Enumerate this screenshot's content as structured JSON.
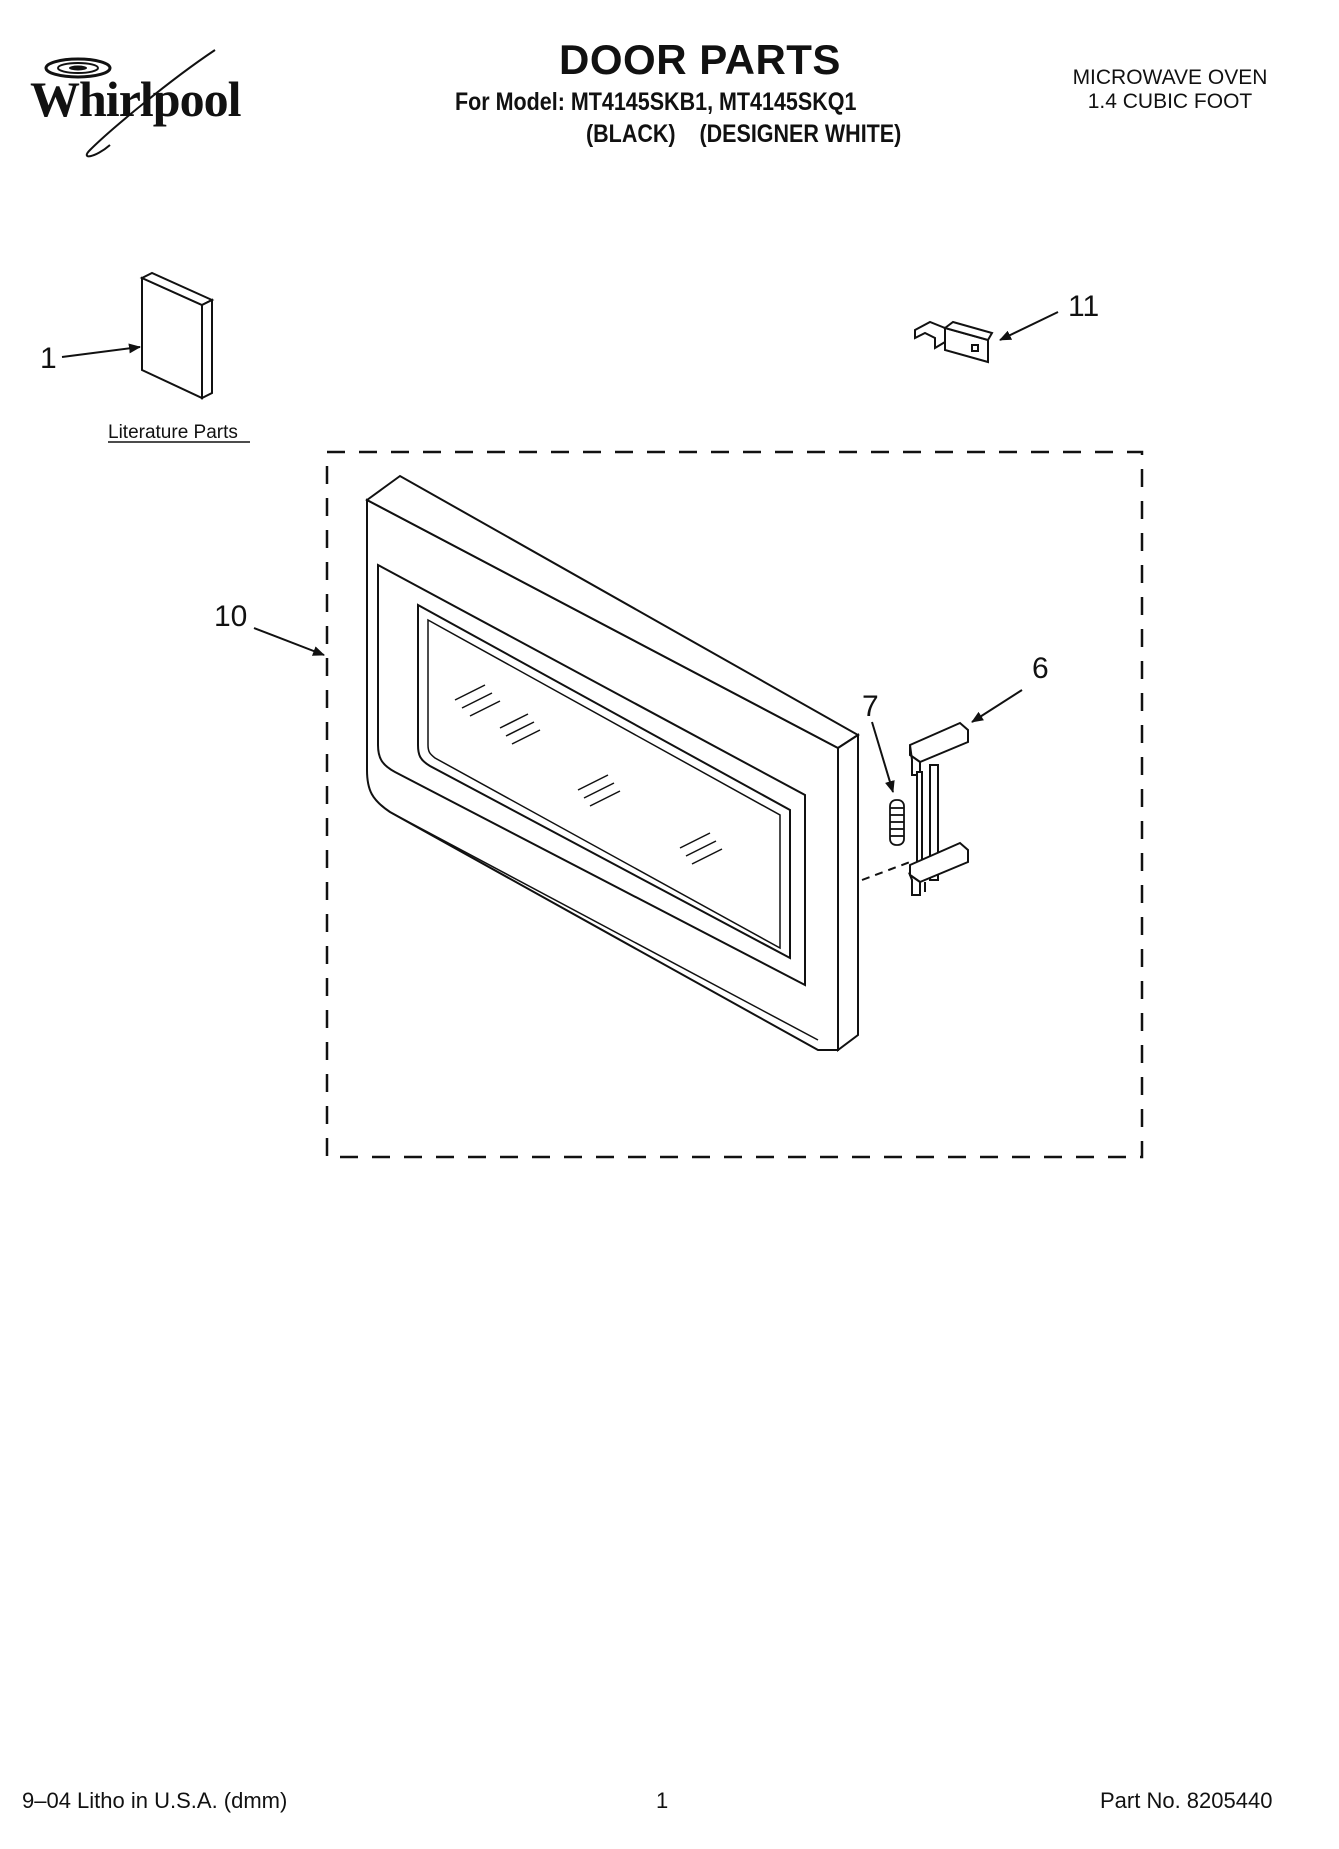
{
  "header": {
    "brand": "Whirlpool",
    "title": "DOOR PARTS",
    "model_line": "For Model: MT4145SKB1, MT4145SKQ1",
    "color_line": "(BLACK)    (DESIGNER WHITE)",
    "product_line1": "MICROWAVE OVEN",
    "product_line2": "1.4 CUBIC FOOT"
  },
  "diagram": {
    "literature_label": "Literature Parts",
    "callouts": {
      "c1": "1",
      "c6": "6",
      "c7": "7",
      "c10": "10",
      "c11": "11"
    }
  },
  "footer": {
    "litho": "9–04 Litho in U.S.A. (dmm)",
    "page": "1",
    "part_no": "Part No. 8205440"
  }
}
